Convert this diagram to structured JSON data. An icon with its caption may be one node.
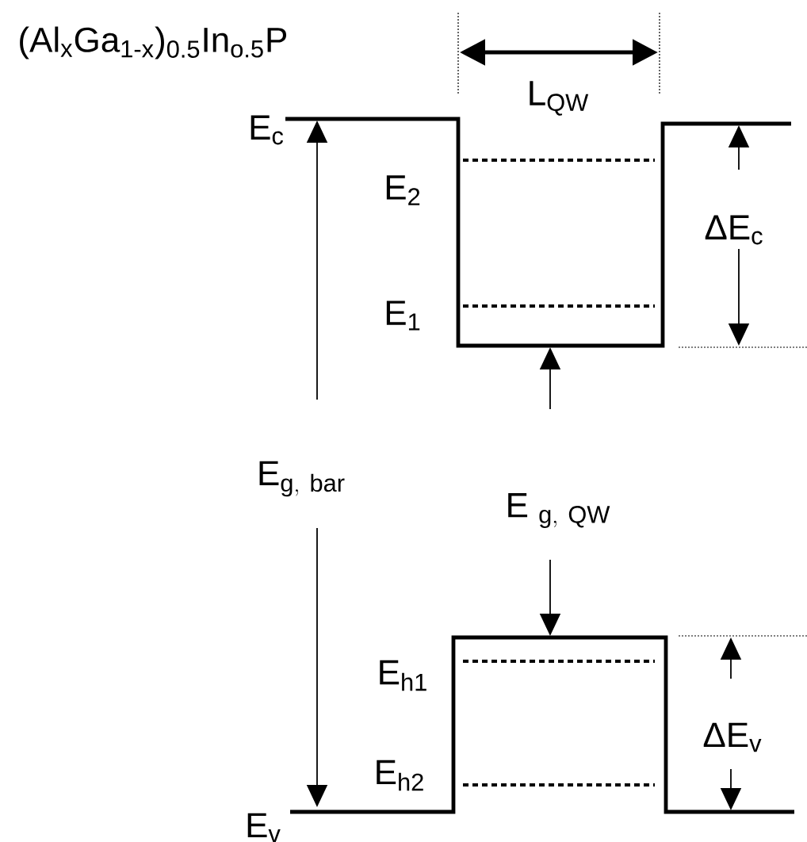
{
  "diagram": {
    "labels": [
      "(Al$_{x}$Ga$_{1-x}$)$_{0.5}$In$_{o.5}$P",
      "L$_{QW}$",
      "E$_{c}$",
      "E$_{2}$",
      "ΔE$_{c}$",
      "E$_{1}$",
      "\\mathrm{E}_{\\mathrm{g,\\ bar}}",
      "\\mathrm{E}\\ _{\\mathrm{g,\\ QW}}",
      "E$_{h1}$",
      "ΔE$_{v}$",
      "E$_{h2}$",
      "E$_{v}$"
    ]
  }
}
